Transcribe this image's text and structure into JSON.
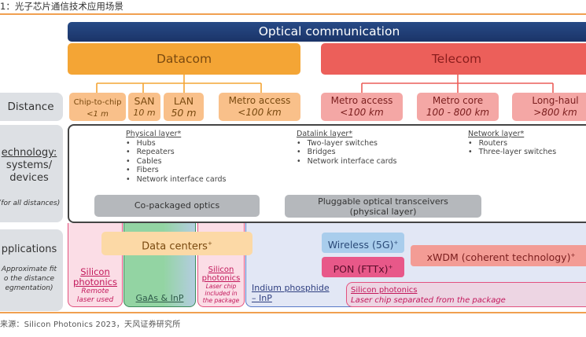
{
  "figure": {
    "title": "1：光子芯片通信技术应用场景",
    "source": "来源：Silicon Photonics 2023，天风证券研究所"
  },
  "banner": "Optical communication",
  "categories": {
    "datacom": "Datacom",
    "telecom": "Telecom"
  },
  "row_labels": {
    "distance": "Distance",
    "technology": "echnology:",
    "technology_line2": "systems/",
    "technology_line3": "devices",
    "technology_note": "(for all distances)",
    "applications": "pplications",
    "applications_note1": "Approximate fit",
    "applications_note2": "o the distance",
    "applications_note3": "egmentation)"
  },
  "distances": [
    {
      "name": "Chip-to-chip",
      "range": "<1 m",
      "group": "datacom"
    },
    {
      "name": "SAN",
      "range": "10 m",
      "group": "datacom"
    },
    {
      "name": "LAN",
      "range": "50 m",
      "group": "datacom"
    },
    {
      "name": "Metro access",
      "range": "<100 km",
      "group": "datacom"
    },
    {
      "name": "Metro access",
      "range": "<100 km",
      "group": "telecom"
    },
    {
      "name": "Metro core",
      "range": "100 - 800 km",
      "group": "telecom"
    },
    {
      "name": "Long-haul",
      "range": ">800 km",
      "group": "telecom"
    }
  ],
  "layers": [
    {
      "heading": "Physical layer*",
      "items": [
        "Hubs",
        "Repeaters",
        "Cables",
        "Fibers",
        "Network interface cards"
      ]
    },
    {
      "heading": "Datalink layer*",
      "items": [
        "Two-layer switches",
        "Bridges",
        "Network interface cards"
      ]
    },
    {
      "heading": "Network layer*",
      "items": [
        "Routers",
        "Three-layer switches"
      ]
    }
  ],
  "tech_boxes": {
    "cpo": "Co-packaged optics",
    "pluggable_line1": "Pluggable optical transceivers",
    "pluggable_line2": "(physical layer)"
  },
  "applications": {
    "data_centers": "Data centers",
    "wireless": "Wireless (5G)",
    "pon": "PON (FTTx)",
    "xwdm": "xWDM (coherent technology)",
    "plus": "+"
  },
  "platforms": {
    "sp_remote_title1": "Silicon",
    "sp_remote_title2": "photonics",
    "sp_remote_note1": "Remote",
    "sp_remote_note2": "laser used",
    "gaas_inp": "GaAs & InP",
    "sp_included_title1": "Silicon",
    "sp_included_title2": "photonics",
    "sp_included_note1": "Laser chip",
    "sp_included_note2": "included in",
    "sp_included_note3": "the package",
    "inp_line1": "Indium phosphide",
    "inp_line2": "– InP",
    "sp_separate_title": "Silicon photonics",
    "sp_separate_note": "Laser chip separated from the package"
  },
  "colors": {
    "banner": "#1f3c74",
    "datacom": "#f4a535",
    "telecom": "#ec5f5a",
    "accent_rule": "#f0a050"
  }
}
